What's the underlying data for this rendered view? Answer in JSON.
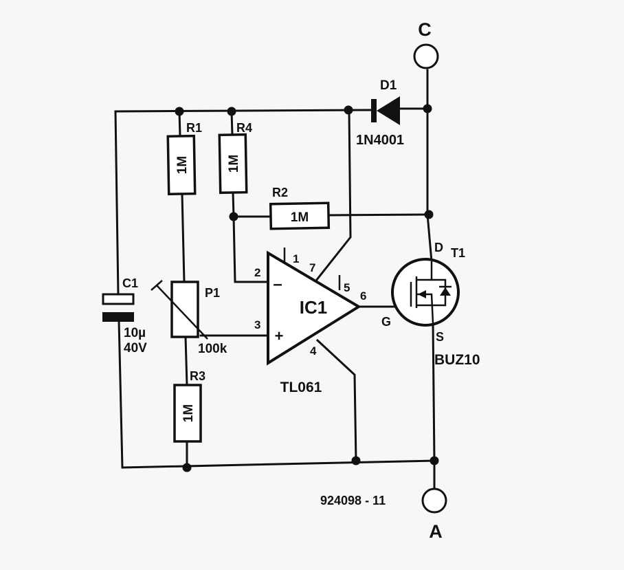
{
  "terminals": {
    "top": "C",
    "bottom": "A"
  },
  "diode": {
    "ref": "D1",
    "part": "1N4001"
  },
  "resistors": [
    {
      "ref": "R1",
      "value": "1M"
    },
    {
      "ref": "R4",
      "value": "1M"
    },
    {
      "ref": "R2",
      "value": "1M"
    },
    {
      "ref": "R3",
      "value": "1M"
    }
  ],
  "potentiometer": {
    "ref": "P1",
    "value": "100k"
  },
  "capacitor": {
    "ref": "C1",
    "value": "10µ",
    "voltage": "40V"
  },
  "opamp": {
    "ref": "IC1",
    "part": "TL061",
    "sign_minus": "–",
    "sign_plus": "+",
    "pins": {
      "p1": "1",
      "p2": "2",
      "p3": "3",
      "p4": "4",
      "p5": "5",
      "p6": "6",
      "p7": "7"
    }
  },
  "mosfet": {
    "ref": "T1",
    "part": "BUZ10",
    "drain": "D",
    "gate": "G",
    "source": "S"
  },
  "figure_code": "924098 - 11"
}
